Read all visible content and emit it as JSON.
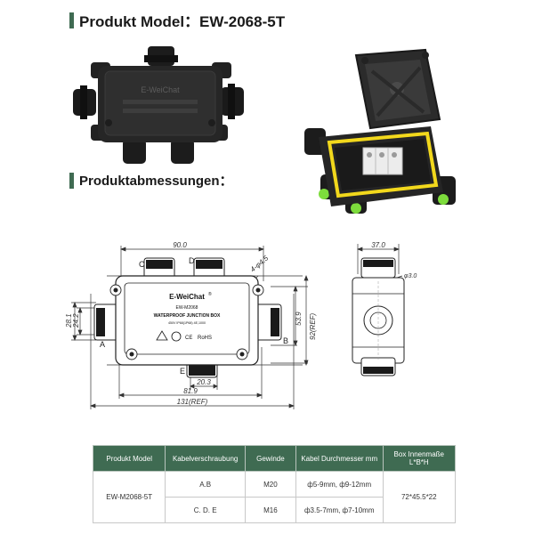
{
  "heading_model": "Produkt Model：EW-2068-5T",
  "heading_dimensions": "Produktabmessungen：",
  "photo_closed": {
    "brand": "E-WeiChat"
  },
  "drawing_front": {
    "brand": "E-WeiChat",
    "brand_mark": "®",
    "model": "EW-M2068",
    "subtitle": "WATERPROOF JUNCTION BOX",
    "ratings": "450V  IP68(1P68)  4E,1000",
    "cert_ce": "CE",
    "cert_rohs": "RoHS",
    "dims": {
      "top": "90.0",
      "hole": "4-φ4.5",
      "left_outer": "28.1",
      "left_inner": "24.2",
      "right_inner": "53.9",
      "right_outer": "92(REF)",
      "bottom_inner": "20.3",
      "bottom_mid": "81.9",
      "bottom_outer": "131(REF)"
    },
    "labels": {
      "a": "A",
      "b": "B",
      "c": "C",
      "d": "D",
      "e": "E"
    }
  },
  "drawing_side": {
    "top": "37.0",
    "hole": "φ3.0"
  },
  "table": {
    "headers": [
      "Produkt Model",
      "Kabelverschraubung",
      "Gewinde",
      "Kabel Durchmesser mm",
      "Box Innenmaße L*B*H"
    ],
    "model": "EW-M2068-5T",
    "box": "72*45.5*22",
    "rows": [
      {
        "screw": "A.B",
        "thread": "M20",
        "diameter": "ф5-9mm,  ф9-12mm"
      },
      {
        "screw": "C. D. E",
        "thread": "M16",
        "diameter": "ф3.5-7mm, ф7-10mm"
      }
    ]
  },
  "colors": {
    "accent": "#3f6b52",
    "seal_yellow": "#f2d81c",
    "gland_green": "#7ddc3c"
  }
}
